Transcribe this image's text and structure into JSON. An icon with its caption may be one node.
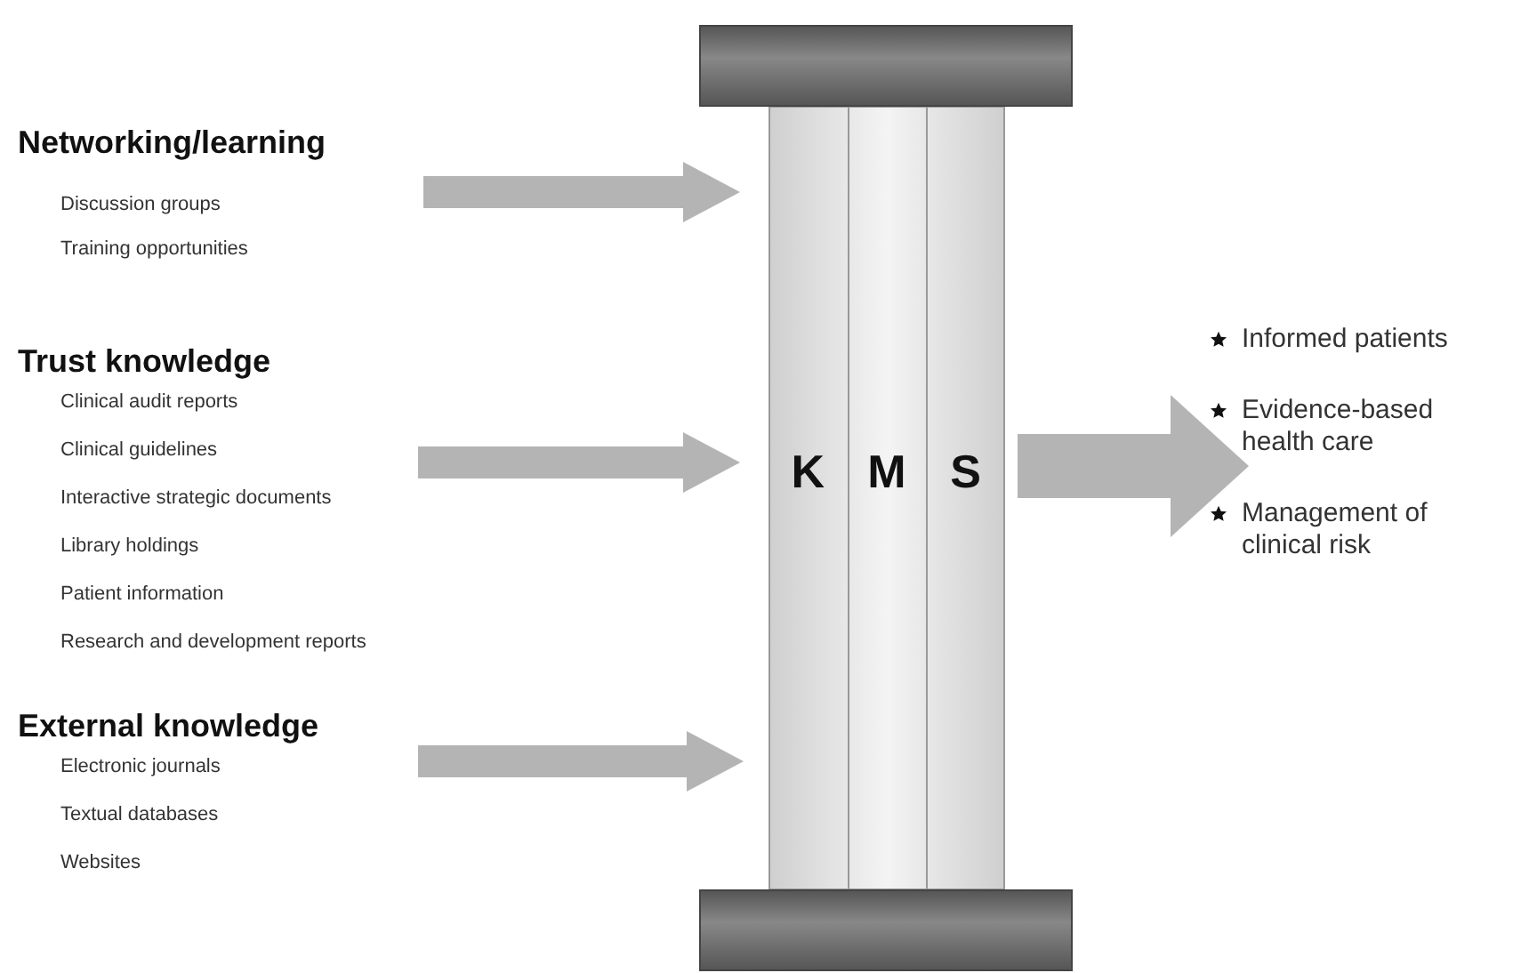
{
  "diagram": {
    "nodes": [
      {
        "text": [
          "Networking/learning",
          "Discussion groups",
          "Training opportunities"
        ]
      },
      {
        "text": [
          "Trust knowledge",
          "Clinical audit reports",
          "Clinical guidelines",
          "Interactive strategic documents",
          "Library holdings",
          "Patient information",
          "Research and development reports"
        ]
      },
      {
        "text": [
          "External knowledge",
          "Electronic journals",
          "Textual databases",
          "Websites"
        ]
      },
      {
        "text": [
          "K",
          "M",
          "S"
        ]
      },
      {
        "text": [
          "Informed patients",
          "Evidence-based health care",
          "Management of clinical risk"
        ]
      }
    ],
    "edges": [
      {
        "from": 0,
        "to": 3,
        "arrow": "to"
      },
      {
        "from": 1,
        "to": 3,
        "arrow": "to"
      },
      {
        "from": 2,
        "to": 3,
        "arrow": "to"
      },
      {
        "from": 3,
        "to": 4,
        "arrow": "to",
        "style": "thick"
      }
    ]
  }
}
